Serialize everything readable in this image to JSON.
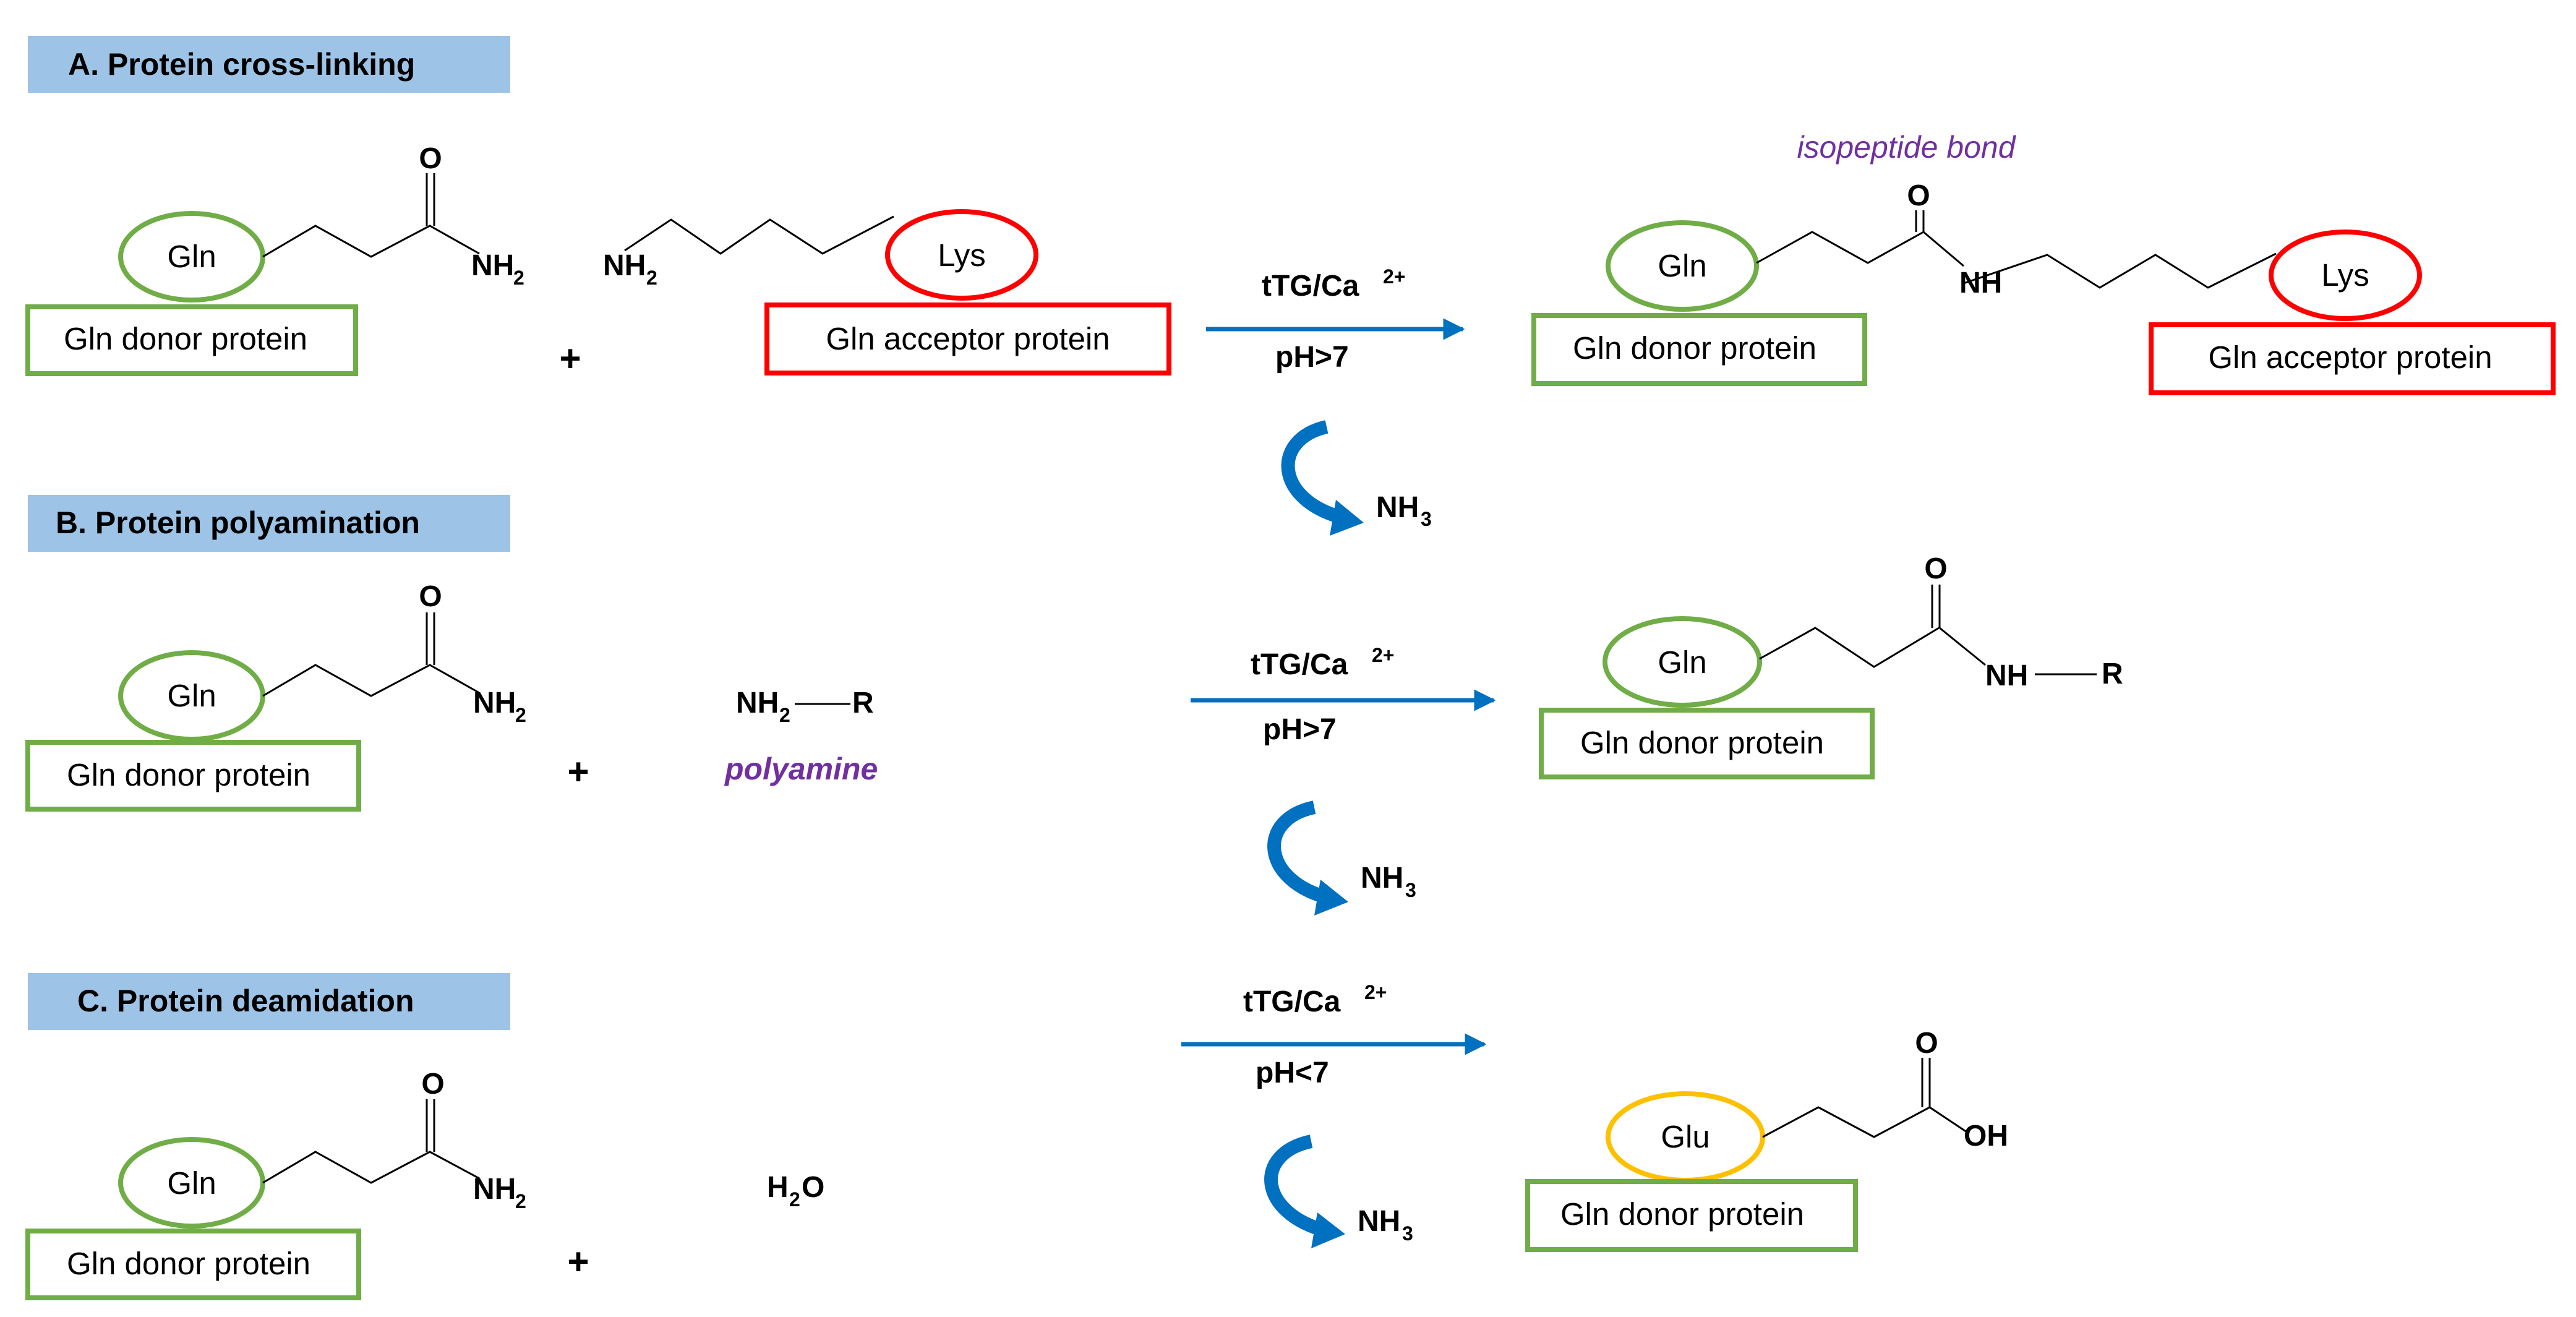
{
  "colors": {
    "section_header_bg": "#9dc3e6",
    "gln_green": "#70ad47",
    "lys_red": "#ff0000",
    "glu_yellow": "#ffc000",
    "arrow_blue": "#0070c0",
    "annotation_purple": "#7030a0"
  },
  "sections": {
    "a": {
      "header": "A. Protein cross-linking",
      "donor_residue": "Gln",
      "donor_protein": "Gln donor protein",
      "amide_o": "O",
      "amide_nh": "NH",
      "amide_nh_sub": "2",
      "amine_nh": "NH",
      "amine_nh_sub": "2",
      "acceptor_residue": "Lys",
      "acceptor_protein": "Gln acceptor protein",
      "plus": "+",
      "enzyme": "tTG/Ca",
      "enzyme_sup": "2+",
      "condition": "pH>7",
      "byproduct": "NH",
      "byproduct_sub": "3",
      "product_annotation": "isopeptide bond",
      "product_o": "O",
      "product_nh": "NH",
      "product_donor_residue": "Gln",
      "product_donor_protein": "Gln donor protein",
      "product_acceptor_residue": "Lys",
      "product_acceptor_protein": "Gln acceptor protein"
    },
    "b": {
      "header": "B. Protein polyamination",
      "donor_residue": "Gln",
      "donor_protein": "Gln donor protein",
      "amide_o": "O",
      "amide_nh": "NH",
      "amide_nh_sub": "2",
      "polyamine_nh": "NH",
      "polyamine_nh_sub": "2",
      "polyamine_r": "R",
      "polyamine_label": "polyamine",
      "plus": "+",
      "enzyme": "tTG/Ca",
      "enzyme_sup": "2+",
      "condition": "pH>7",
      "byproduct": "NH",
      "byproduct_sub": "3",
      "product_o": "O",
      "product_nh": "NH",
      "product_r": "R",
      "product_donor_residue": "Gln",
      "product_donor_protein": "Gln donor protein"
    },
    "c": {
      "header": "C. Protein deamidation",
      "donor_residue": "Gln",
      "donor_protein": "Gln donor protein",
      "amide_o": "O",
      "amide_nh": "NH",
      "amide_nh_sub": "2",
      "water_h": "H",
      "water_sub": "2",
      "water_o": "O",
      "plus": "+",
      "enzyme": "tTG/Ca",
      "enzyme_sup": "2+",
      "condition": "pH<7",
      "byproduct": "NH",
      "byproduct_sub": "3",
      "product_o": "O",
      "product_oh": "OH",
      "product_residue": "Glu",
      "product_protein": "Gln donor protein"
    }
  }
}
